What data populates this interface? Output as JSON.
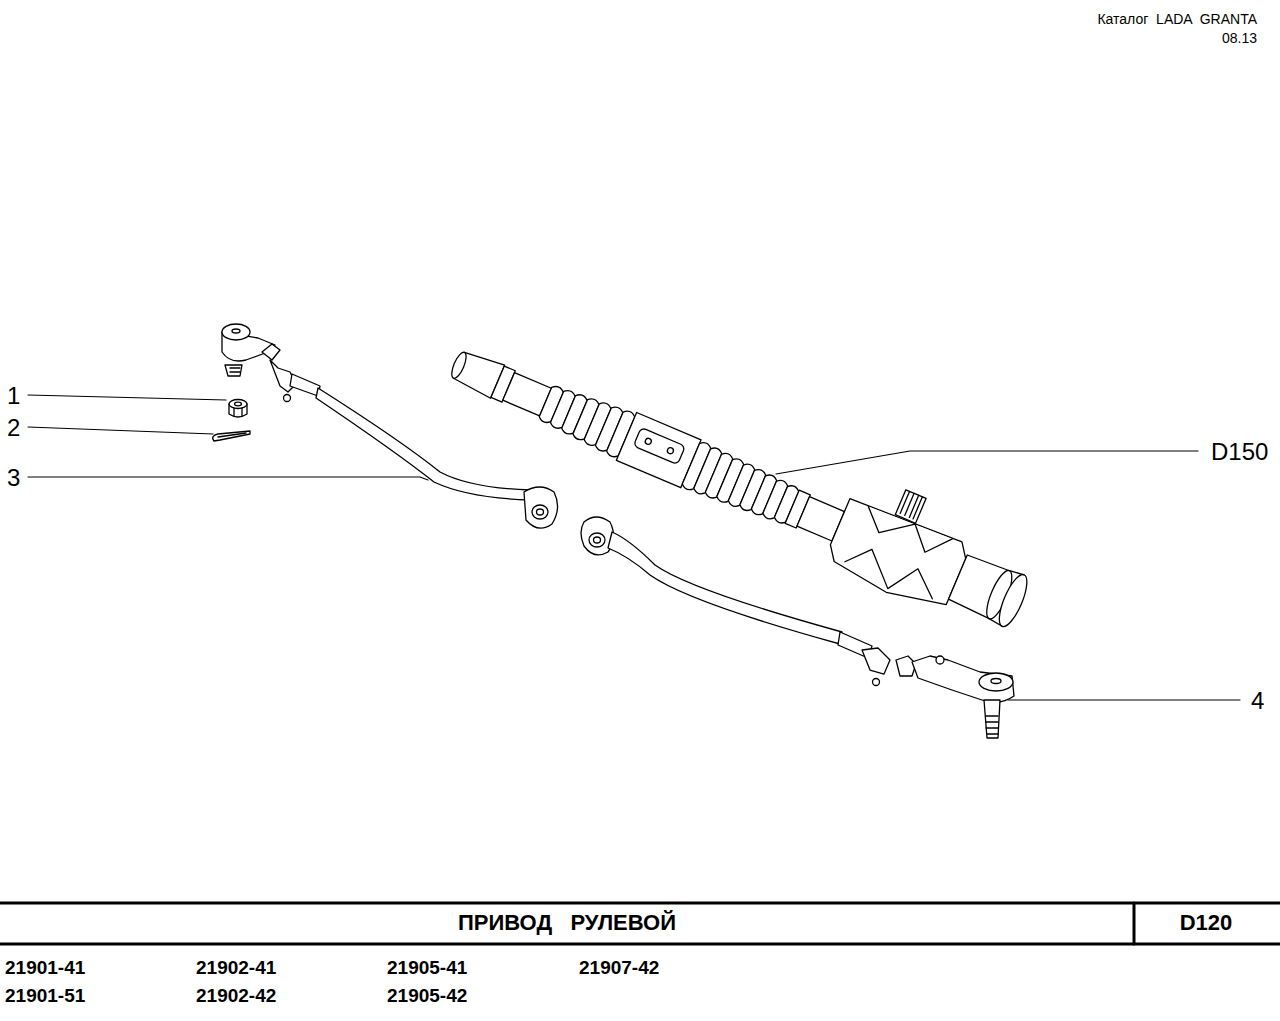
{
  "diagram": {
    "title": "ПРИВОД   РУЛЕВОЙ",
    "labels": [
      "Каталог  LADA  GRANTA",
      "08.13",
      "1",
      "2",
      "3",
      "4",
      "D150",
      "D120",
      "21901-41",
      "21902-41",
      "21905-41",
      "21907-42",
      "21901-51",
      "21902-42",
      "21905-42"
    ]
  }
}
